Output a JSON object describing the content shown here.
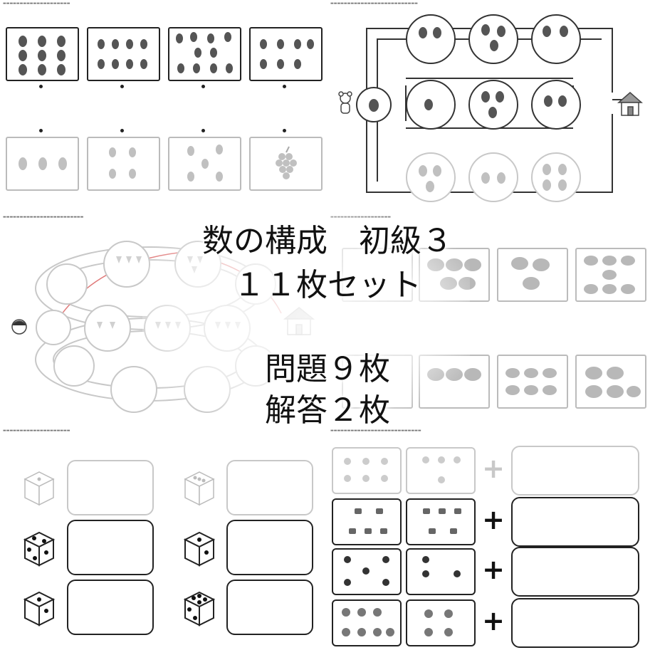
{
  "overlay": {
    "title": "数の構成　初級３",
    "subtitle": "１１枚セット",
    "problems": "問題９枚",
    "answers": "解答２枚"
  },
  "icons": {
    "fruit": "grape-icon",
    "strawberry": "strawberry-icon",
    "tulip": "tulip-icon",
    "house": "house-icon",
    "bear": "bear-icon",
    "girl": "girl-icon",
    "dice": "dice-icon",
    "plus": "plus-icon"
  },
  "colors": {
    "ink": "#222222",
    "faint": "#c8c8c8",
    "route": "#e07a7a"
  }
}
